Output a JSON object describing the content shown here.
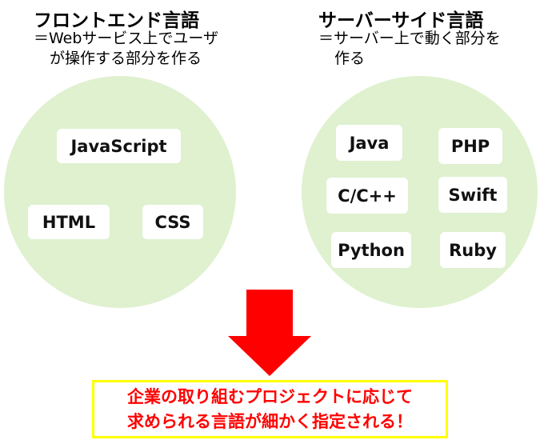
{
  "frontend": {
    "title": "フロントエンド言語",
    "description_line1": "＝Webサービス上でユーザ",
    "description_line2": "が操作する部分を作る",
    "languages": [
      "JavaScript",
      "HTML",
      "CSS"
    ]
  },
  "backend": {
    "title": "サーバーサイド言語",
    "description_line1": "＝サーバー上で動く部分を",
    "description_line2": "作る",
    "languages": [
      "Java",
      "PHP",
      "C/C++",
      "Swift",
      "Python",
      "Ruby"
    ]
  },
  "callout": {
    "line1": "企業の取り組むプロジェクトに応じて",
    "line2": "求められる言語が細かく指定される！"
  },
  "colors": {
    "circle": "#dff1cf",
    "arrow": "#ff0000",
    "callout_border": "#ffff00",
    "callout_text": "#ff0000"
  }
}
